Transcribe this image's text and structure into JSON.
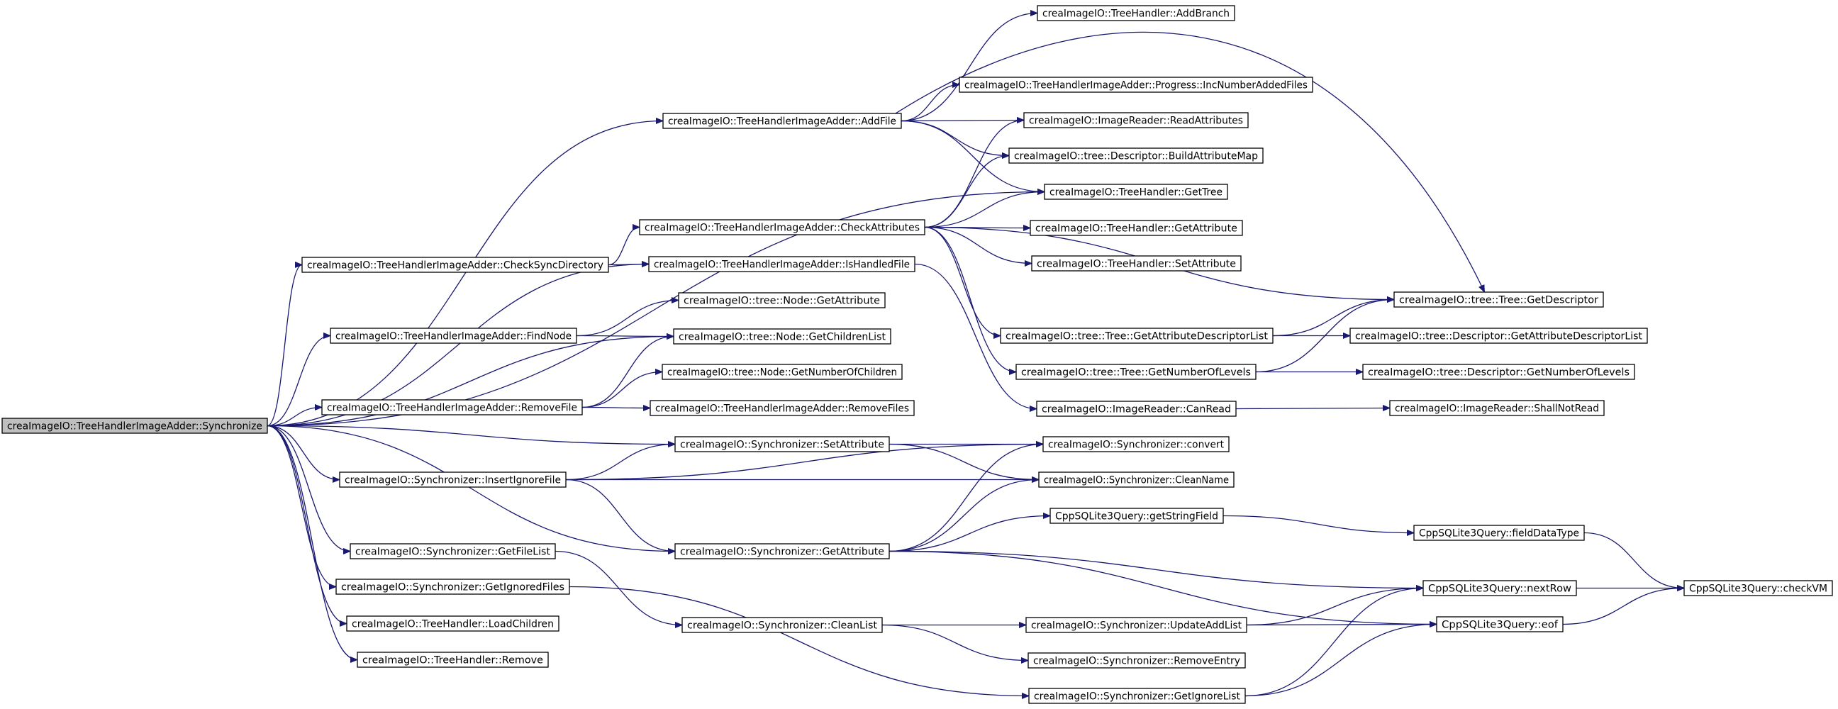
{
  "graph": {
    "nodes": [
      {
        "id": "synchronize",
        "label": "creaImageIO::TreeHandlerImageAdder::Synchronize",
        "root": true
      },
      {
        "id": "addFile",
        "label": "creaImageIO::TreeHandlerImageAdder::AddFile"
      },
      {
        "id": "checkSyncDirectory",
        "label": "creaImageIO::TreeHandlerImageAdder::CheckSyncDirectory"
      },
      {
        "id": "findNode",
        "label": "creaImageIO::TreeHandlerImageAdder::FindNode"
      },
      {
        "id": "removeFile",
        "label": "creaImageIO::TreeHandlerImageAdder::RemoveFile"
      },
      {
        "id": "insertIgnoreFile",
        "label": "creaImageIO::Synchronizer::InsertIgnoreFile"
      },
      {
        "id": "getFileList",
        "label": "creaImageIO::Synchronizer::GetFileList"
      },
      {
        "id": "getIgnoredFiles",
        "label": "creaImageIO::Synchronizer::GetIgnoredFiles"
      },
      {
        "id": "loadChildren",
        "label": "creaImageIO::TreeHandler::LoadChildren"
      },
      {
        "id": "thRemove",
        "label": "creaImageIO::TreeHandler::Remove"
      },
      {
        "id": "checkAttributes",
        "label": "creaImageIO::TreeHandlerImageAdder::CheckAttributes"
      },
      {
        "id": "isHandledFile",
        "label": "creaImageIO::TreeHandlerImageAdder::IsHandledFile"
      },
      {
        "id": "nodeGetAttribute",
        "label": "creaImageIO::tree::Node::GetAttribute"
      },
      {
        "id": "nodeGetChildrenList",
        "label": "creaImageIO::tree::Node::GetChildrenList"
      },
      {
        "id": "nodeGetNumberOfChildren",
        "label": "creaImageIO::tree::Node::GetNumberOfChildren"
      },
      {
        "id": "removeFiles",
        "label": "creaImageIO::TreeHandlerImageAdder::RemoveFiles"
      },
      {
        "id": "syncSetAttribute",
        "label": "creaImageIO::Synchronizer::SetAttribute"
      },
      {
        "id": "syncGetAttribute",
        "label": "creaImageIO::Synchronizer::GetAttribute"
      },
      {
        "id": "cleanList",
        "label": "creaImageIO::Synchronizer::CleanList"
      },
      {
        "id": "addBranch",
        "label": "creaImageIO::TreeHandler::AddBranch"
      },
      {
        "id": "incNumberAddedFiles",
        "label": "creaImageIO::TreeHandlerImageAdder::Progress::IncNumberAddedFiles"
      },
      {
        "id": "readAttributes",
        "label": "creaImageIO::ImageReader::ReadAttributes"
      },
      {
        "id": "buildAttributeMap",
        "label": "creaImageIO::tree::Descriptor::BuildAttributeMap"
      },
      {
        "id": "getTree",
        "label": "creaImageIO::TreeHandler::GetTree"
      },
      {
        "id": "thGetAttribute",
        "label": "creaImageIO::TreeHandler::GetAttribute"
      },
      {
        "id": "thSetAttribute",
        "label": "creaImageIO::TreeHandler::SetAttribute"
      },
      {
        "id": "getAttributeDescriptorList",
        "label": "creaImageIO::tree::Tree::GetAttributeDescriptorList"
      },
      {
        "id": "getNumberOfLevels",
        "label": "creaImageIO::tree::Tree::GetNumberOfLevels"
      },
      {
        "id": "canRead",
        "label": "creaImageIO::ImageReader::CanRead"
      },
      {
        "id": "convert",
        "label": "creaImageIO::Synchronizer::convert"
      },
      {
        "id": "cleanName",
        "label": "creaImageIO::Synchronizer::CleanName"
      },
      {
        "id": "getStringField",
        "label": "CppSQLite3Query::getStringField"
      },
      {
        "id": "updateAddList",
        "label": "creaImageIO::Synchronizer::UpdateAddList"
      },
      {
        "id": "removeEntry",
        "label": "creaImageIO::Synchronizer::RemoveEntry"
      },
      {
        "id": "getIgnoreList",
        "label": "creaImageIO::Synchronizer::GetIgnoreList"
      },
      {
        "id": "getDescriptor",
        "label": "creaImageIO::tree::Tree::GetDescriptor"
      },
      {
        "id": "descGetAttributeDescriptorList",
        "label": "creaImageIO::tree::Descriptor::GetAttributeDescriptorList"
      },
      {
        "id": "descGetNumberOfLevels",
        "label": "creaImageIO::tree::Descriptor::GetNumberOfLevels"
      },
      {
        "id": "shallNotRead",
        "label": "creaImageIO::ImageReader::ShallNotRead"
      },
      {
        "id": "fieldDataType",
        "label": "CppSQLite3Query::fieldDataType"
      },
      {
        "id": "nextRow",
        "label": "CppSQLite3Query::nextRow"
      },
      {
        "id": "eof",
        "label": "CppSQLite3Query::eof"
      },
      {
        "id": "checkVM",
        "label": "CppSQLite3Query::checkVM"
      }
    ],
    "edges": [
      [
        "synchronize",
        "addFile"
      ],
      [
        "synchronize",
        "getTree"
      ],
      [
        "synchronize",
        "checkSyncDirectory"
      ],
      [
        "synchronize",
        "isHandledFile"
      ],
      [
        "synchronize",
        "findNode"
      ],
      [
        "synchronize",
        "nodeGetChildrenList"
      ],
      [
        "synchronize",
        "removeFile"
      ],
      [
        "synchronize",
        "syncSetAttribute"
      ],
      [
        "synchronize",
        "insertIgnoreFile"
      ],
      [
        "synchronize",
        "syncGetAttribute"
      ],
      [
        "synchronize",
        "getFileList"
      ],
      [
        "synchronize",
        "getIgnoredFiles"
      ],
      [
        "synchronize",
        "loadChildren"
      ],
      [
        "synchronize",
        "thRemove"
      ],
      [
        "addFile",
        "addBranch"
      ],
      [
        "addFile",
        "getDescriptor"
      ],
      [
        "addFile",
        "incNumberAddedFiles"
      ],
      [
        "addFile",
        "readAttributes"
      ],
      [
        "addFile",
        "buildAttributeMap"
      ],
      [
        "addFile",
        "getTree"
      ],
      [
        "checkSyncDirectory",
        "checkAttributes"
      ],
      [
        "checkSyncDirectory",
        "isHandledFile"
      ],
      [
        "checkAttributes",
        "readAttributes"
      ],
      [
        "checkAttributes",
        "buildAttributeMap"
      ],
      [
        "checkAttributes",
        "getTree"
      ],
      [
        "checkAttributes",
        "thGetAttribute"
      ],
      [
        "checkAttributes",
        "thSetAttribute"
      ],
      [
        "checkAttributes",
        "getDescriptor"
      ],
      [
        "checkAttributes",
        "getAttributeDescriptorList"
      ],
      [
        "checkAttributes",
        "getNumberOfLevels"
      ],
      [
        "isHandledFile",
        "canRead"
      ],
      [
        "findNode",
        "nodeGetAttribute"
      ],
      [
        "findNode",
        "nodeGetChildrenList"
      ],
      [
        "removeFile",
        "nodeGetChildrenList"
      ],
      [
        "removeFile",
        "nodeGetNumberOfChildren"
      ],
      [
        "removeFile",
        "removeFiles"
      ],
      [
        "insertIgnoreFile",
        "syncSetAttribute"
      ],
      [
        "insertIgnoreFile",
        "convert"
      ],
      [
        "insertIgnoreFile",
        "cleanName"
      ],
      [
        "insertIgnoreFile",
        "syncGetAttribute"
      ],
      [
        "syncSetAttribute",
        "convert"
      ],
      [
        "syncSetAttribute",
        "cleanName"
      ],
      [
        "syncGetAttribute",
        "convert"
      ],
      [
        "syncGetAttribute",
        "cleanName"
      ],
      [
        "syncGetAttribute",
        "getStringField"
      ],
      [
        "syncGetAttribute",
        "nextRow"
      ],
      [
        "syncGetAttribute",
        "eof"
      ],
      [
        "getFileList",
        "cleanList"
      ],
      [
        "getIgnoredFiles",
        "getIgnoreList"
      ],
      [
        "cleanList",
        "updateAddList"
      ],
      [
        "cleanList",
        "removeEntry"
      ],
      [
        "getAttributeDescriptorList",
        "getDescriptor"
      ],
      [
        "getAttributeDescriptorList",
        "descGetAttributeDescriptorList"
      ],
      [
        "getNumberOfLevels",
        "getDescriptor"
      ],
      [
        "getNumberOfLevels",
        "descGetNumberOfLevels"
      ],
      [
        "canRead",
        "shallNotRead"
      ],
      [
        "getStringField",
        "fieldDataType"
      ],
      [
        "fieldDataType",
        "checkVM"
      ],
      [
        "updateAddList",
        "nextRow"
      ],
      [
        "updateAddList",
        "eof"
      ],
      [
        "getIgnoreList",
        "nextRow"
      ],
      [
        "getIgnoreList",
        "eof"
      ],
      [
        "nextRow",
        "checkVM"
      ],
      [
        "eof",
        "checkVM"
      ]
    ]
  }
}
